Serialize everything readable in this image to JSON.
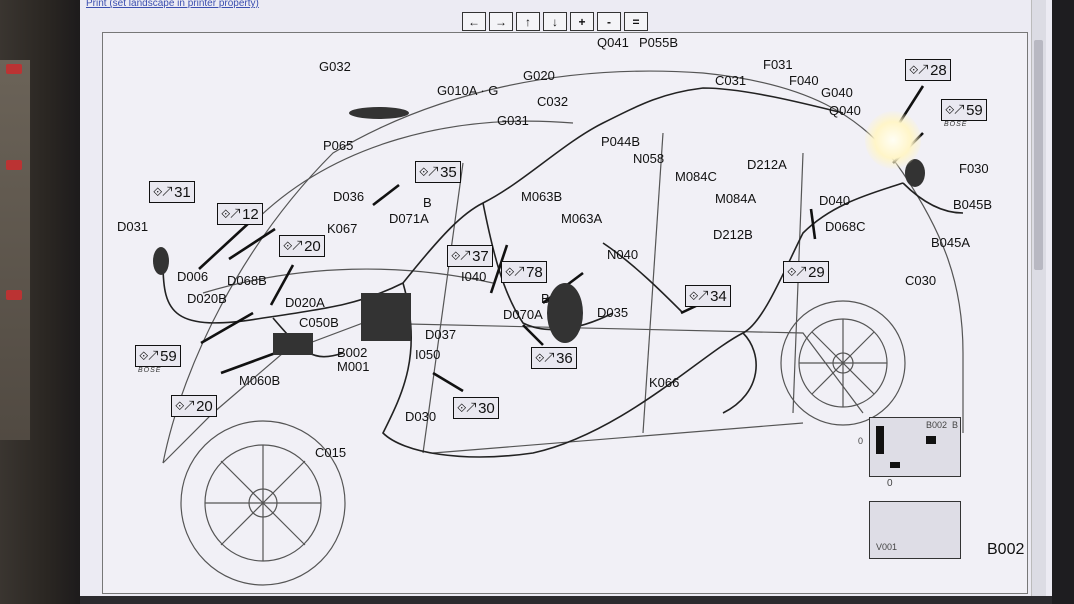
{
  "toolbar": {
    "print_link": "Print (set landscape in printer property)",
    "buttons": [
      "←",
      "→",
      "↑",
      "↓",
      "+",
      "-",
      "="
    ]
  },
  "diagram": {
    "code": "B002",
    "components": {
      "G032": "G032",
      "G010": "G010A · G",
      "G020": "G020",
      "Q041": "Q041",
      "P055": "P055B",
      "F031": "F031",
      "F040": "F040",
      "C031": "C031",
      "G040": "G040",
      "Q040": "Q040",
      "C032": "C032",
      "G031": "G031",
      "P065": "P065",
      "P044": "P044B",
      "N058": "N058",
      "M084C": "M084C",
      "M084A": "M084A",
      "D212A": "D212A",
      "D212B": "D212B",
      "F030": "F030",
      "B045B": "B045B",
      "B045A": "B045A",
      "D040": "D040",
      "D068C": "D068C",
      "C030": "C030",
      "D031": "D031",
      "D036": "D036",
      "B_mark": "B",
      "D071": "D071A",
      "K067": "K067",
      "M063B": "M063B",
      "M063A": "M063A",
      "N040": "N040",
      "I040": "I040",
      "D006": "D006",
      "D068B": "D068B",
      "D020B": "D020B",
      "D020A": "D020A",
      "C050B": "C050B",
      "B002": "B002",
      "M001": "M001",
      "M060B": "M060B",
      "D037": "D037",
      "D070A": "D070A",
      "B_mark2": "B",
      "D035": "D035",
      "I050": "I050",
      "K066": "K066",
      "D030": "D030",
      "C015": "C015"
    },
    "refs": {
      "r28": "28",
      "r59a": "59",
      "r31": "31",
      "r12": "12",
      "r35": "35",
      "r20a": "20",
      "r37": "37",
      "r78": "78",
      "r34": "34",
      "r29": "29",
      "r36": "36",
      "r59b": "59",
      "r20b": "20",
      "r30": "30"
    },
    "brand_mark": "BOSE",
    "inset": {
      "code": "B002",
      "pin": "B",
      "axis_a": "0",
      "axis_b": "0",
      "code2": "V001"
    }
  }
}
